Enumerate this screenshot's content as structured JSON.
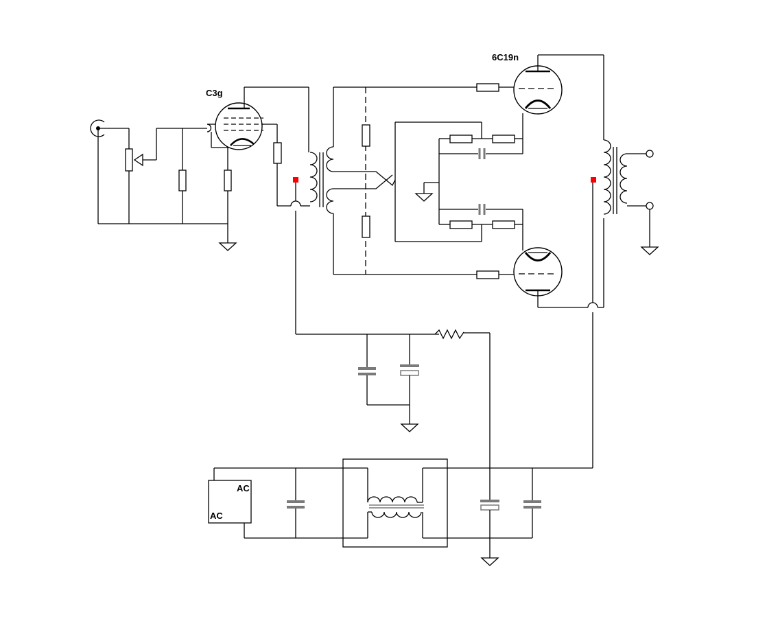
{
  "labels": {
    "input_tube": "C3g",
    "output_tube": "6C19n",
    "ac_top": "AC",
    "ac_bottom": "AC"
  },
  "colors": {
    "wire": "#000000",
    "component_grey": "#7a7a7a",
    "marker_red": "#ff0000",
    "background": "#ffffff"
  }
}
